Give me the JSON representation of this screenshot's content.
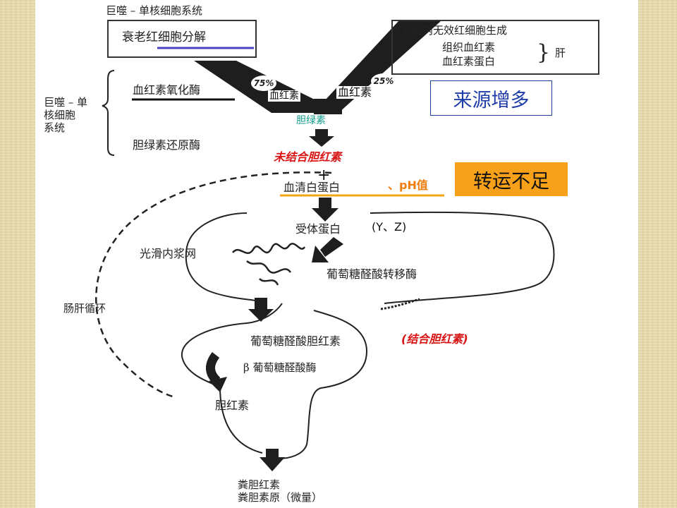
{
  "slide": {
    "top_label": "巨噬 – 单核细胞系统",
    "left_box": "衰老红细胞分解",
    "right_box": {
      "line1": "骨髓内无效红细胞生成",
      "line2": "组织血红素",
      "line3": "血红素蛋白",
      "brace_label": "肝"
    },
    "left_pct": "75%",
    "right_pct": "25%",
    "heme_left": "血红素",
    "heme_right": "血红素",
    "side_group_label": [
      "巨噬 – 单",
      "核细胞",
      "系统"
    ],
    "enzyme1": "血红素氧化酶",
    "enzyme2": "胆绿素还原酶",
    "biliverdin": "胆绿素",
    "unconjugated": "未结合胆红素",
    "plus": "+",
    "albumin": "血清白蛋白",
    "ph_note": "、pH值",
    "receptor": "受体蛋白",
    "yz_note": "(Y、Z)",
    "er": "光滑内浆网",
    "transferase": "葡萄糖醛酸转移酶",
    "conjugated": "葡萄糖醛酸胆红素",
    "conjugated_note": "(结合胆红素)",
    "beta_enzyme": "β 葡萄糖醛酸酶",
    "bilirubin": "胆红素",
    "enterohepatic": "肠肝循环",
    "feces1": "粪胆红素",
    "feces2": "粪胆素原（微量）",
    "callout_source": "来源增多",
    "callout_transport": "转运不足"
  },
  "colors": {
    "background": "#e9dcae",
    "highlight_red": "#d81414",
    "biliverdin_teal": "#169c8c",
    "underline_orange": "#f2a516",
    "underline_purple": "#4b3cc4",
    "callout_blue": "#1f3da8",
    "callout_orange_fill": "#f7a11b"
  },
  "icons": [
    "down-arrow-icon",
    "diagonal-arrow-icon",
    "curved-arrow-icon"
  ]
}
